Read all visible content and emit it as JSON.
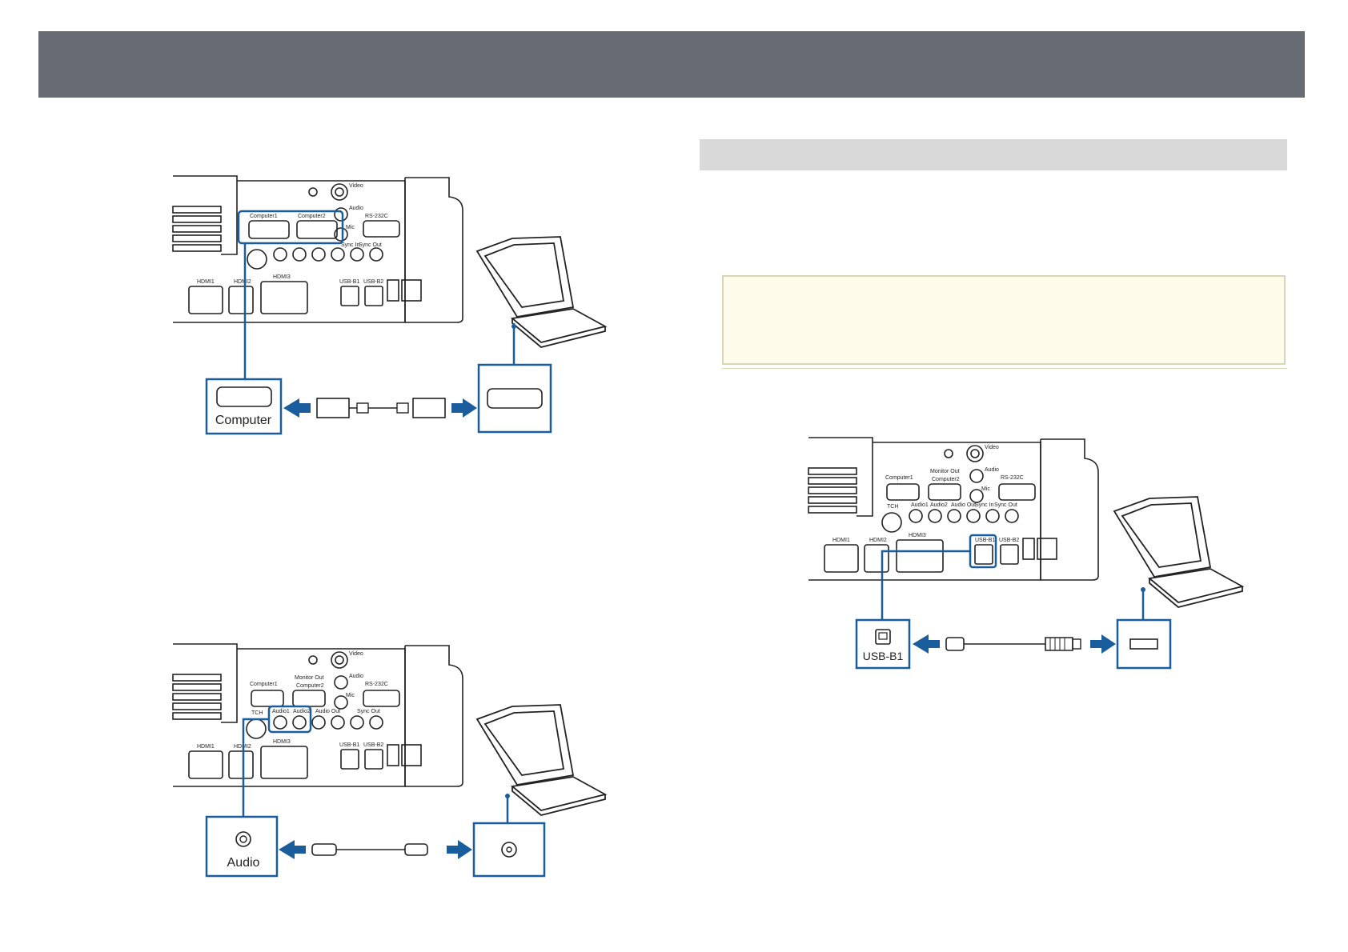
{
  "figures": {
    "computer": {
      "connector_label": "Computer"
    },
    "audio": {
      "connector_label": "Audio"
    },
    "usb": {
      "connector_label": "USB-B1"
    }
  },
  "panel_labels": {
    "video": "Video",
    "audio": "Audio",
    "mic": "Mic",
    "rs232c": "RS-232C",
    "computer1": "Computer1",
    "computer2": "Computer2",
    "monitor_out": "Monitor Out",
    "audio1": "Audio1",
    "audio2": "Audio2",
    "audio_out": "Audio Out",
    "sync_in": "Sync In",
    "sync_out": "Sync Out",
    "tch": "TCH",
    "hdmi1": "HDMI1",
    "hdmi2": "HDMI2",
    "hdmi3": "HDMI3",
    "usb_b1": "USB-B1",
    "usb_b2": "USB-B2"
  },
  "colors": {
    "header": "#676b73",
    "section_bar": "#d9d9d9",
    "note_bg": "#fdfbe9",
    "accent_blue": "#1a5d9c",
    "line": "#222222"
  }
}
